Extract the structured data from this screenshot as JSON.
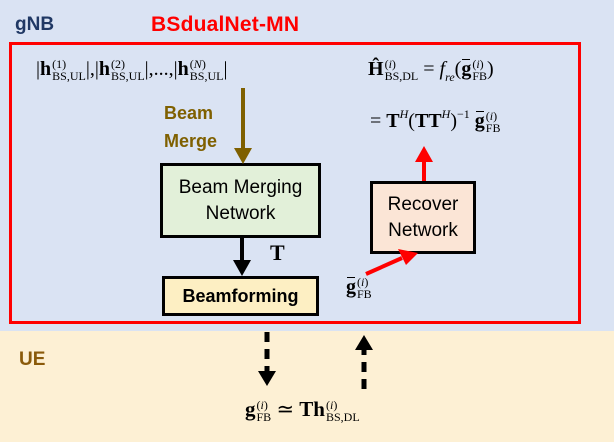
{
  "regions": {
    "gnb_label": "gNB",
    "ue_label": "UE"
  },
  "title": "BSdualNet-MN",
  "labels": {
    "beam_merge_line1": "Beam",
    "beam_merge_line2": "Merge",
    "beam_merging_line1": "Beam Merging",
    "beam_merging_line2": "Network",
    "recover_line1": "Recover",
    "recover_line2": "Network",
    "beamforming": "Beamforming"
  },
  "math": {
    "uplink_channels": "|h_BS,UL^(1)|, |h_BS,UL^(2)|, …, |h_BS,UL^(N)|",
    "recover_eq_1": "Ĥ_BS,DL^(i) = f_re(ḡ_FB^(i))",
    "recover_eq_2": "= T^H (TT^H)^−1 ḡ_FB^(i)",
    "t_label": "T",
    "feedback_label": "ḡ_FB^(i)",
    "ue_equation": "g_FB^(i) ≃ Th_BS,DL^(i)"
  },
  "colors": {
    "gnb_bg": "#dae3f3",
    "ue_bg": "#fdf0d4",
    "frame": "#ff0000",
    "beam_merge_arrow": "#7f6000",
    "beam_merging_fill": "#e2f0d9",
    "recover_fill": "#fbe5d6",
    "beamforming_fill": "#fdefc3"
  }
}
